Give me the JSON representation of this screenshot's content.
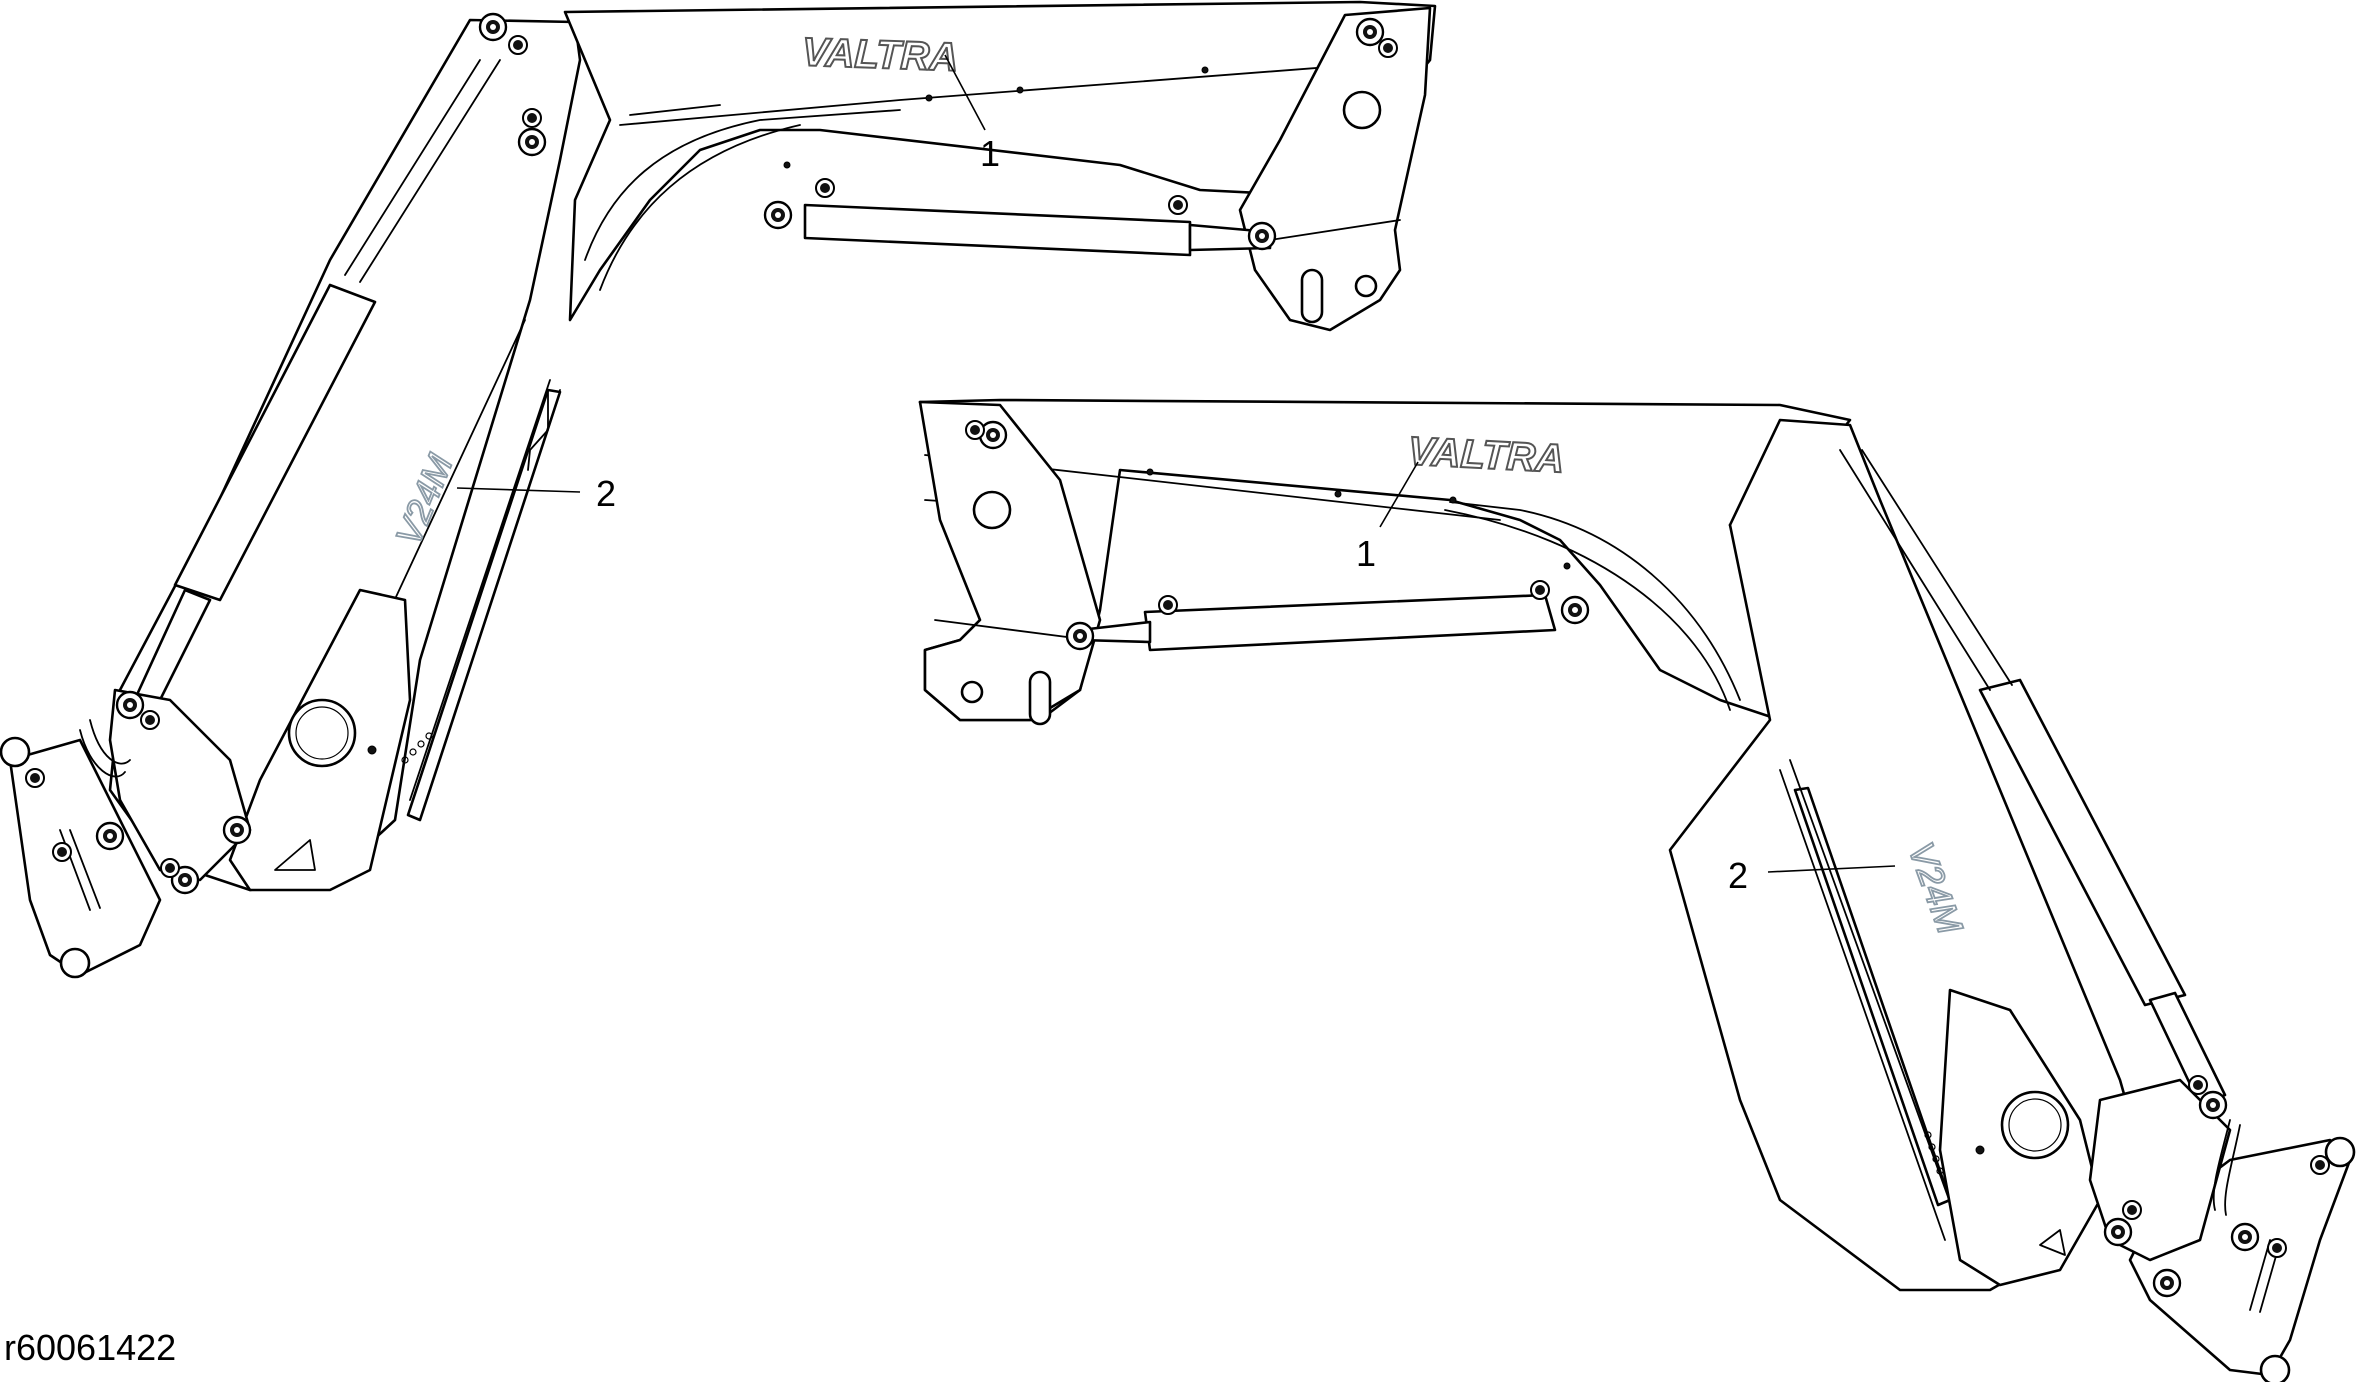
{
  "figure": {
    "reference_code": "r60061422"
  },
  "left_loader": {
    "brand_decal": "VALTRA",
    "model_decal": "V24M",
    "callouts": [
      {
        "number": "1",
        "target": "brand_decal"
      },
      {
        "number": "2",
        "target": "model_decal"
      }
    ]
  },
  "right_loader": {
    "brand_decal": "VALTRA",
    "model_decal": "V24M",
    "callouts": [
      {
        "number": "1",
        "target": "brand_decal"
      },
      {
        "number": "2",
        "target": "model_decal"
      }
    ]
  }
}
